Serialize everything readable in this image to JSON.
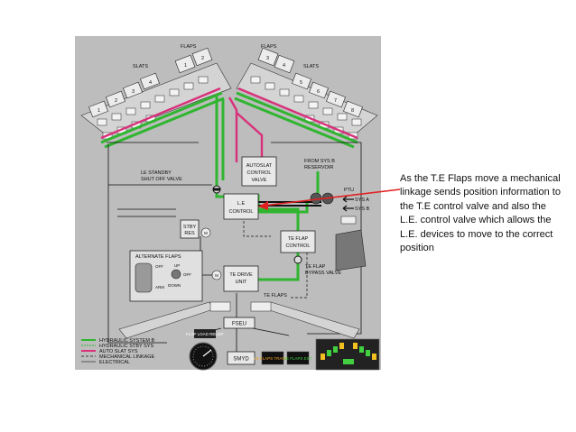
{
  "labels": {
    "flaps_left": "FLAPS",
    "flaps_right": "FLAPS",
    "slats_left": "SLATS",
    "slats_right": "SLATS",
    "slat_nums_left": [
      "1",
      "2",
      "3",
      "4"
    ],
    "flap_nums_left": [
      "1",
      "2"
    ],
    "flap_nums_right": [
      "3",
      "4"
    ],
    "slat_nums_right": [
      "5",
      "6",
      "7",
      "8"
    ],
    "le_standby_1": "LE STANDBY",
    "le_standby_2": "SHUT OFF VALVE",
    "autoslat_1": "AUTOSLAT",
    "autoslat_2": "CONTROL",
    "autoslat_3": "VALVE",
    "from_sysb_1": "FROM SYS B",
    "from_sysb_2": "RESERVOIR",
    "ptu": "PTU",
    "sys_a": "SYS A",
    "sys_b": "SYS B",
    "le_control_1": "L.E",
    "le_control_2": "CONTROL",
    "stby_res_1": "STBY",
    "stby_res_2": "RES",
    "m_motor": "M",
    "te_flap_control_1": "TE FLAP",
    "te_flap_control_2": "CONTROL",
    "alternate_flaps": "ALTERNATE FLAPS",
    "alt_off": "OFF",
    "alt_arm": "ARM",
    "alt_up": "UP",
    "alt_off2": "OFF",
    "alt_down": "DOWN",
    "te_flap_bypass_1": "TE FLAP",
    "te_flap_bypass_2": "BYPASS VALVE",
    "te_drive_1": "TE DRIVE",
    "te_drive_2": "UNIT",
    "te_flaps": "TE FLAPS",
    "fseu": "FSEU",
    "flap_load_relief": "FLAP LOAD RELIEF",
    "smyd": "SMYD",
    "le_flaps_transit": "LE FLAPS TRANSIT",
    "le_flaps_ext": "LE FLAPS EXT"
  },
  "legend": [
    {
      "label": "HYDRAULIC SYSTEM B",
      "color": "#2fb52f",
      "style": "solid"
    },
    {
      "label": "HYDRAULIC STBY SYS",
      "color": "#2fb52f",
      "style": "solid"
    },
    {
      "label": "AUTO SLAT SYS",
      "color": "#d9307a",
      "style": "solid"
    },
    {
      "label": "MECHANICAL LINKAGE",
      "color": "#111111",
      "style": "dashed"
    },
    {
      "label": "ELECTRICAL",
      "color": "#111111",
      "style": "thin"
    }
  ],
  "callout": {
    "text": "As the T.E Flaps move a mechanical linkage sends position information to the T.E control valve and also the L.E. control valve which allows the L.E. devices to move to the correct position",
    "arrow_color": "#e02020"
  },
  "colors": {
    "diagram_bg": "#bdbdbd",
    "hyd_green": "#2fb52f",
    "autoslat_pink": "#d9307a",
    "arrow_red": "#e02020"
  }
}
